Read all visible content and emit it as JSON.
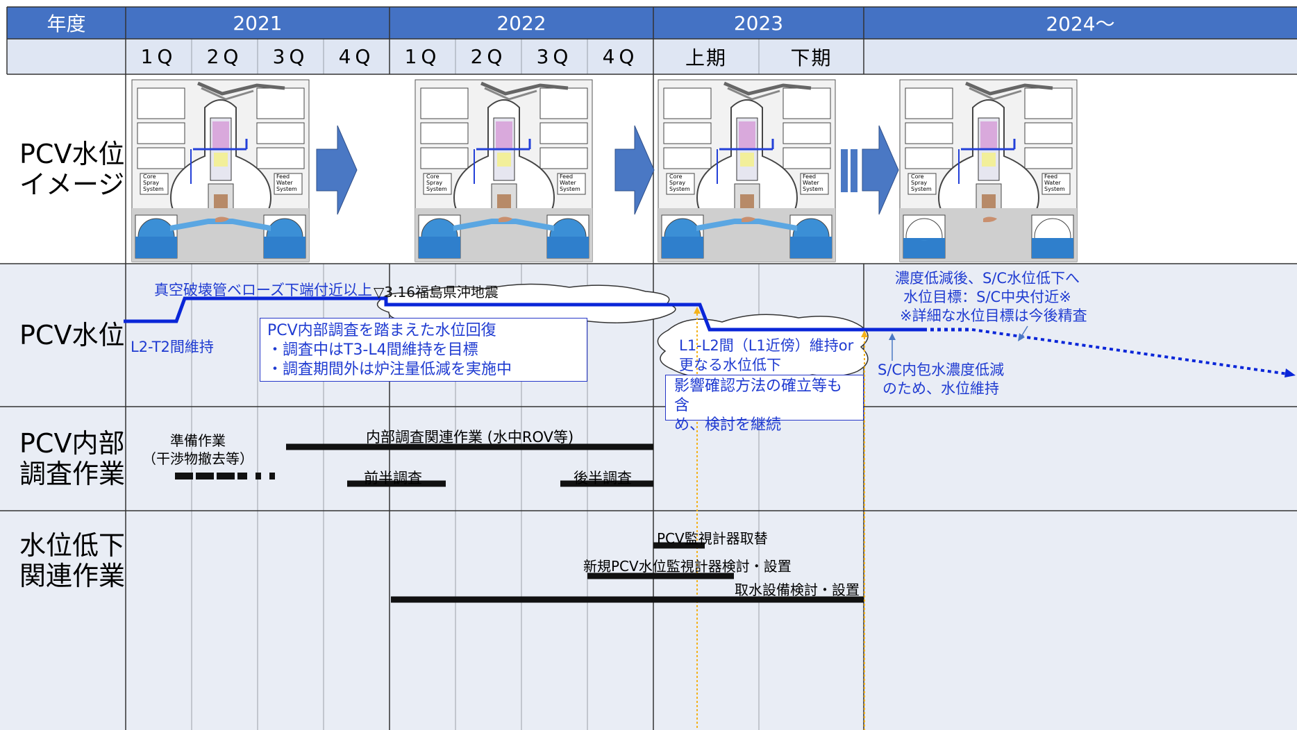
{
  "header": {
    "year_label": "年度",
    "years": [
      "2021",
      "2022",
      "2023",
      "2024〜"
    ],
    "periods": [
      "1Q",
      "2Q",
      "3Q",
      "4Q",
      "1Q",
      "2Q",
      "3Q",
      "4Q",
      "上期",
      "下期"
    ]
  },
  "rows": {
    "image_row": "PCV水位\nイメージ",
    "level_row": "PCV水位",
    "investigation_row": "PCV内部\n調査作業",
    "lowering_row": "水位低下\n関連作業"
  },
  "diagram": {
    "core_spray": "Core\nSpray\nSystem",
    "feed_water": "Feed\nWater\nSystem"
  },
  "level_annotations": {
    "vacuum_breaker": "真空破壊管ベローズ下端付近以上",
    "earthquake": "▽3.16福島県沖地震",
    "l2_t2": "L2-T2間維持",
    "recovery_box": [
      "PCV内部調査を踏まえた水位回復",
      "・調査中はT3-L4間維持を目標",
      "・調査期間外は炉注量低減を実施中"
    ],
    "l1_l2": [
      "L1-L2間（L1近傍）維持or",
      "更なる水位低下"
    ],
    "impact_box": [
      "影響確認方法の確立等も含",
      "め、検討を継続"
    ],
    "after_reduction": [
      "濃度低減後、S/C水位低下へ",
      "水位目標：S/C中央付近※",
      "※詳細な水位目標は今後精査"
    ],
    "sc_maintain": [
      "S/C内包水濃度低減",
      "のため、水位維持"
    ]
  },
  "investigation": {
    "prep": [
      "準備作業",
      "（干渉物撤去等）"
    ],
    "related": "内部調査関連作業 (水中ROV等)",
    "first_half": "前半調査",
    "second_half": "後半調査"
  },
  "lowering": {
    "monitor_replace": "PCV監視計器取替",
    "new_monitor": "新規PCV水位監視計器検討・設置",
    "water_intake": "取水設備検討・設置"
  },
  "colors": {
    "header_blue": "#4472c4",
    "header_light": "#dfe6f3",
    "row_band": "#e9edf5",
    "level_line": "#0a26d8",
    "annotation_text": "#1f3bd1",
    "milestone_orange": "#f4b21b",
    "arrow_blue": "#4a78c4"
  }
}
